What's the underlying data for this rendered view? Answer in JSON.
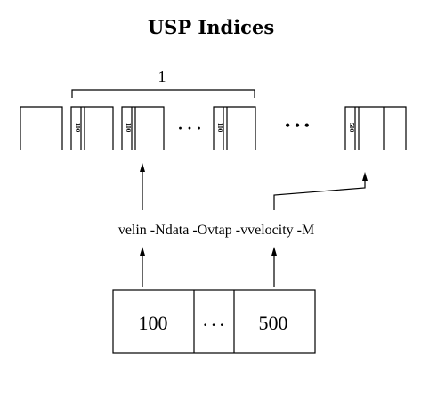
{
  "title": "USP Indices",
  "bracket_label": "1",
  "command": "velin -Ndata -Ovtap -vvelocity -M",
  "box_values": [
    "100",
    "500"
  ],
  "box_ellipsis": "· · ·",
  "trace_labels": [
    "100",
    "100",
    "100",
    "500"
  ],
  "small_ellipsis": "· · ·",
  "large_ellipsis": "• • •"
}
